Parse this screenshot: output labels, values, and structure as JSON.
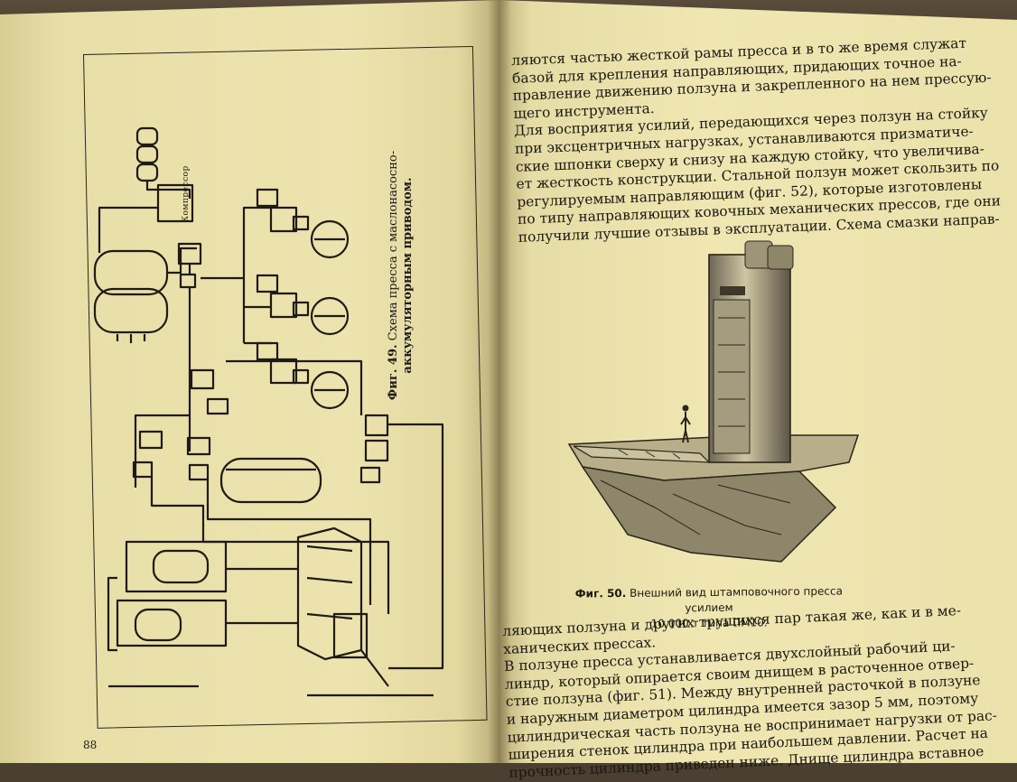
{
  "left_page": {
    "figure_caption_label": "Фиг. 49.",
    "figure_caption_text": "Схема пресса с маслонасосно-",
    "figure_caption_text2": "аккумуляторным приводом.",
    "compressor_label": "Компрессор",
    "page_number": "88"
  },
  "right_page": {
    "paragraph_top": [
      "ляются частью жесткой рамы пресса и в то же время служат",
      "базой для крепления направляющих, придающих точное на-",
      "правление движению ползуна и закрепленного на нем прессую-",
      "щего инструмента.",
      "    Для восприятия усилий, передающихся через ползун на стойку",
      "при эксцентричных нагрузках, устанавливаются призматиче-",
      "ские шпонки сверху и снизу на каждую стойку, что увеличива-",
      "ет жесткость конструкции. Стальной ползун может скользить по",
      "регулируемым направляющим (фиг. 52), которые изготовлены",
      "по типу направляющих ковочных механических прессов, где они",
      "получили лучшие отзывы в эксплуатации. Схема смазки направ-"
    ],
    "figure_caption_label": "Фиг. 50.",
    "figure_caption_line1": "Внешний вид штамповочного пресса усилием",
    "figure_caption_line2": "10 000 т типа ПМ10.",
    "paragraph_bottom": [
      "ляющих ползуна и других трущихся пар такая же, как и в ме-",
      "ханических прессах.",
      "    В ползуне пресса устанавливается двухслойный рабочий ци-",
      "линдр, который опирается своим днищем в расточенное отвер-",
      "стие ползуна (фиг. 51). Между внутренней расточкой в ползуне",
      "и наружным диаметром цилиндра имеется зазор 5 мм, поэтому",
      "цилиндрическая часть ползуна не воспринимает нагрузки от рас-",
      "ширения стенок цилиндра при наибольшем давлении. Расчет на",
      "прочность цилиндра приведен ниже. Днище цилиндра вставное"
    ]
  },
  "colors": {
    "paper": "#ece2ad",
    "ink": "#1b1812",
    "background": "#4a3f31"
  }
}
